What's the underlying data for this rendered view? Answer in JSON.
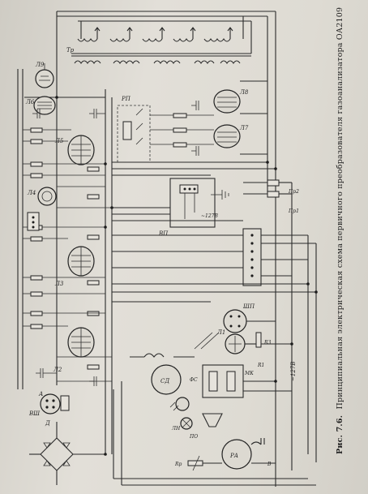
{
  "caption": {
    "prefix": "Рис. 7.6.",
    "text": "Принципиальная электрическая схема первичного преобразователя газоанализатора ОА2109"
  },
  "labels": {
    "tr": "Тр",
    "l9": "Л9",
    "l6": "Л6",
    "l5": "Л5",
    "l4": "Л4",
    "l3": "Л3",
    "l2": "Л2",
    "l1": "Л1",
    "l7": "Л7",
    "l8": "Л8",
    "rp": "РП",
    "vp": "ВП",
    "pr1": "Пр1",
    "pr2": "Пр2",
    "v127_top": "~127В",
    "v127_bottom": "~127В",
    "sd": "СД",
    "fs": "ФС",
    "ln": "ЛН",
    "po": "ПО",
    "ra": "РА",
    "rv": "Rр",
    "v": "В",
    "sh_p": "ШП",
    "r3": "R3",
    "r1": "R1",
    "mk": "МК",
    "d": "Д",
    "vsh": "ВШ",
    "a": "А"
  }
}
